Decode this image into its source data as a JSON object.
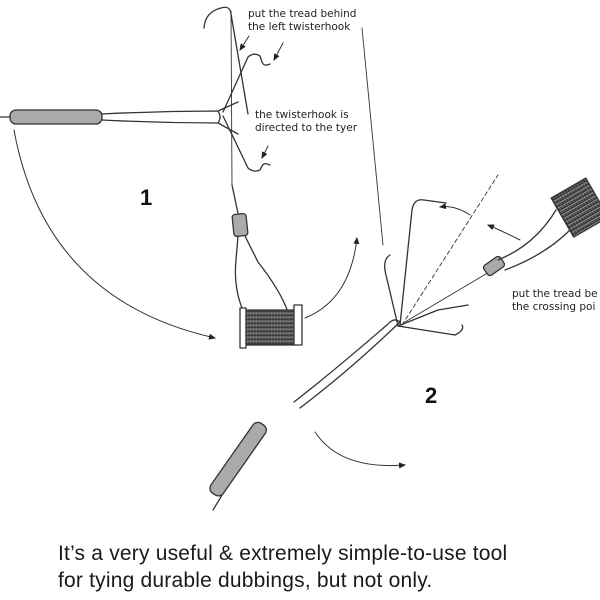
{
  "labels": {
    "left_hook": "put the tread behind\nthe left twisterhook",
    "directed": "the twisterhook is\ndirected to the tyer",
    "crossing": "put the tread be\nthe crossing poi"
  },
  "steps": {
    "one": "1",
    "two": "2"
  },
  "caption": {
    "line1": "It’s a very useful & extremely simple-to-use tool",
    "line2": "for tying durable dubbings, but not only."
  }
}
